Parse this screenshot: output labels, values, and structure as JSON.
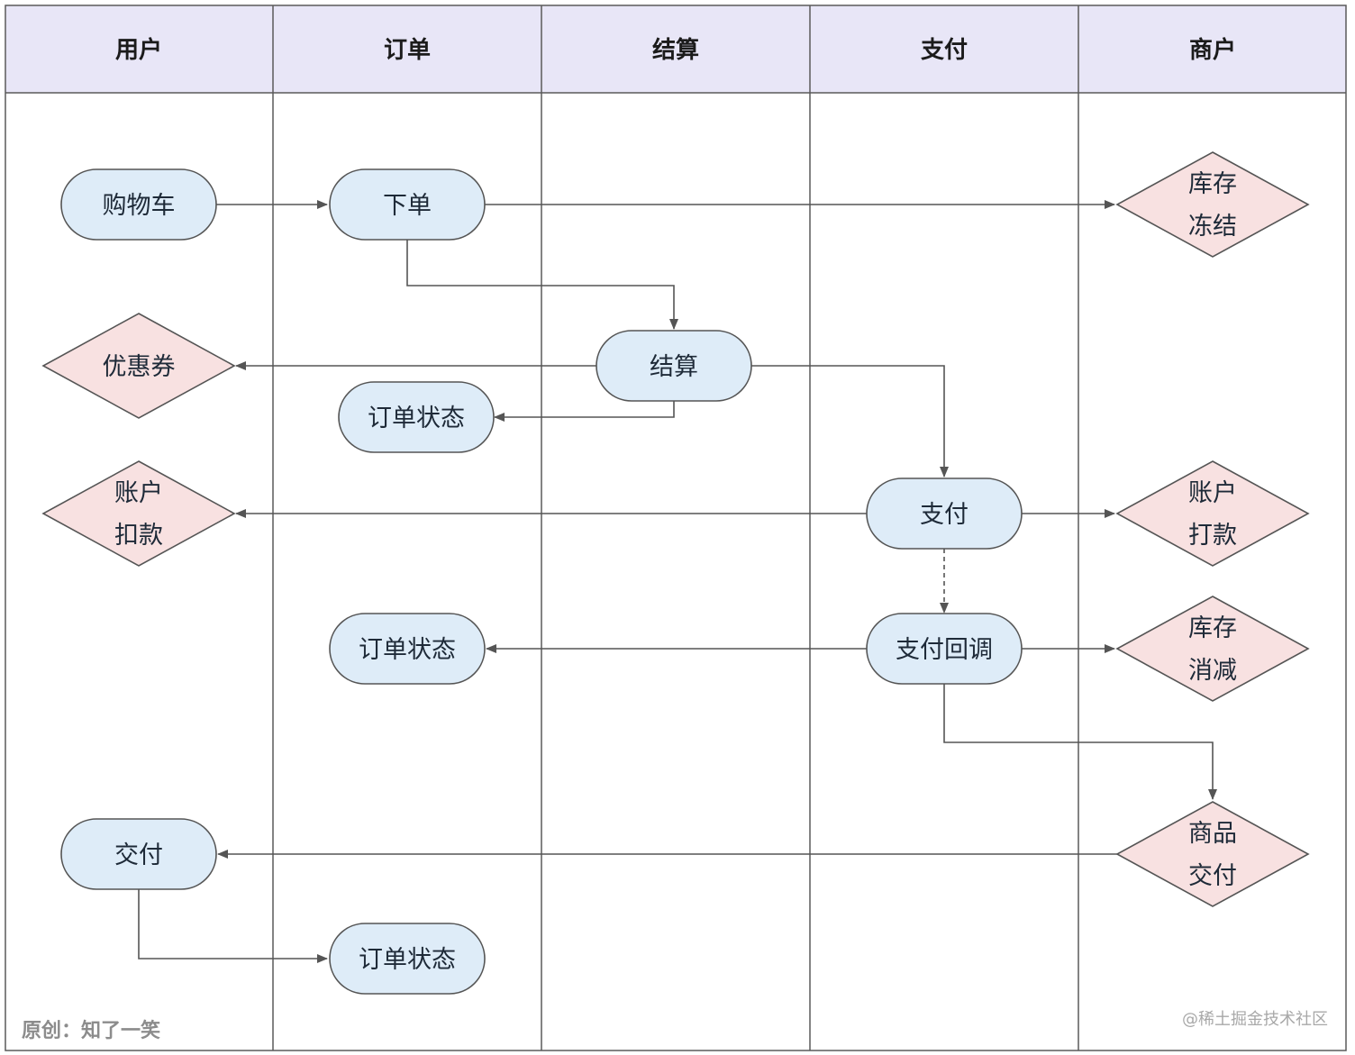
{
  "lanes": [
    "用户",
    "订单",
    "结算",
    "支付",
    "商户"
  ],
  "nodes": {
    "cart": {
      "label": "购物车",
      "shape": "pill"
    },
    "place_order": {
      "label": "下单",
      "shape": "pill"
    },
    "checkout": {
      "label": "结算",
      "shape": "pill"
    },
    "pay": {
      "label": "支付",
      "shape": "pill"
    },
    "pay_callback": {
      "label": "支付回调",
      "shape": "pill"
    },
    "deliver": {
      "label": "交付",
      "shape": "pill"
    },
    "order_status_1": {
      "label": "订单状态",
      "shape": "pill"
    },
    "order_status_2": {
      "label": "订单状态",
      "shape": "pill"
    },
    "order_status_3": {
      "label": "订单状态",
      "shape": "pill"
    },
    "coupon": {
      "label": "优惠券",
      "shape": "diamond"
    },
    "account_debit": {
      "label": "账户 扣款",
      "lines": [
        "账户",
        "扣款"
      ],
      "shape": "diamond"
    },
    "stock_freeze": {
      "label": "库存 冻结",
      "lines": [
        "库存",
        "冻结"
      ],
      "shape": "diamond"
    },
    "account_transfer": {
      "label": "账户 打款",
      "lines": [
        "账户",
        "打款"
      ],
      "shape": "diamond"
    },
    "stock_deduct": {
      "label": "库存 消减",
      "lines": [
        "库存",
        "消减"
      ],
      "shape": "diamond"
    },
    "goods_delivery": {
      "label": "商品 交付",
      "lines": [
        "商品",
        "交付"
      ],
      "shape": "diamond"
    }
  },
  "edges": [
    {
      "from": "cart",
      "to": "place_order",
      "style": "solid"
    },
    {
      "from": "place_order",
      "to": "stock_freeze",
      "style": "solid"
    },
    {
      "from": "place_order",
      "to": "checkout",
      "style": "solid"
    },
    {
      "from": "checkout",
      "to": "coupon",
      "style": "solid"
    },
    {
      "from": "checkout",
      "to": "order_status_1",
      "style": "solid"
    },
    {
      "from": "checkout",
      "to": "pay",
      "style": "solid"
    },
    {
      "from": "pay",
      "to": "account_debit",
      "style": "solid"
    },
    {
      "from": "pay",
      "to": "account_transfer",
      "style": "solid"
    },
    {
      "from": "pay",
      "to": "pay_callback",
      "style": "dashed"
    },
    {
      "from": "pay_callback",
      "to": "order_status_2",
      "style": "solid"
    },
    {
      "from": "pay_callback",
      "to": "stock_deduct",
      "style": "solid"
    },
    {
      "from": "pay_callback",
      "to": "goods_delivery",
      "style": "solid"
    },
    {
      "from": "goods_delivery",
      "to": "deliver",
      "style": "solid"
    },
    {
      "from": "deliver",
      "to": "order_status_3",
      "style": "solid"
    }
  ],
  "credit": "原创：知了一笑",
  "watermark": "@稀土掘金技术社区",
  "colors": {
    "header_fill": "#e8e6f7",
    "pill_fill": "#deecf8",
    "diamond_fill": "#f8e1e1",
    "stroke": "#555555",
    "lane_border": "#5a5a5a"
  }
}
